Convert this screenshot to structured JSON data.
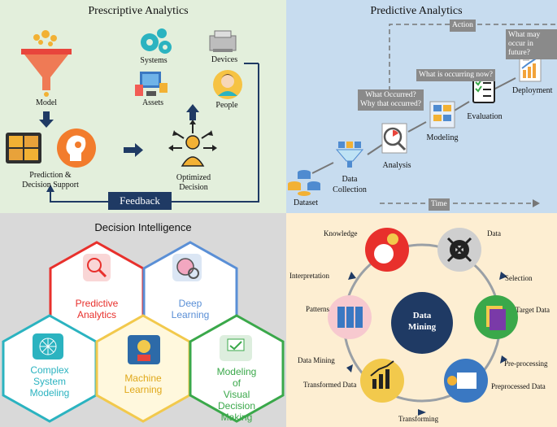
{
  "prescriptive": {
    "title": "Prescriptive Analytics",
    "model": "Model",
    "prediction_line1": "Prediction &",
    "prediction_line2": "Decision Support",
    "systems": "Systems",
    "devices": "Devices",
    "assets": "Assets",
    "people": "People",
    "optimized_line1": "Optimized",
    "optimized_line2": "Decision",
    "feedback": "Feedback"
  },
  "predictive": {
    "title": "Predictive Analytics",
    "action": "Action",
    "what_may_line1": "What may",
    "what_may_line2": "occur in future?",
    "what_occurring": "What is occurring now?",
    "what_occurred_line1": "What Occurred?",
    "what_occurred_line2": "Why that occurred?",
    "deployment": "Deployment",
    "evaluation": "Evaluation",
    "modeling": "Modeling",
    "analysis": "Analysis",
    "data_collection_line1": "Data",
    "data_collection_line2": "Collection",
    "dataset": "Dataset",
    "time": "Time"
  },
  "decision": {
    "title": "Decision Intelligence",
    "predictive_line1": "Predictive",
    "predictive_line2": "Analytics",
    "deep_line1": "Deep",
    "deep_line2": "Learning",
    "complex_line1": "Complex",
    "complex_line2": "System",
    "complex_line3": "Modeling",
    "machine_line1": "Machine",
    "machine_line2": "Learning",
    "modeling_line1": "Modeling of",
    "modeling_line2": "Visual",
    "modeling_line3": "Decision",
    "modeling_line4": "Making"
  },
  "mining": {
    "center_line1": "Data",
    "center_line2": "Mining",
    "knowledge": "Knowledge",
    "data": "Data",
    "selection": "Selection",
    "target_data": "Target Data",
    "preprocessing": "Pre-processing",
    "preprocessed_data": "Preprocessed Data",
    "transforming": "Transforming",
    "transformed_data": "Transformed Data",
    "data_mining": "Data Mining",
    "patterns": "Patterns",
    "interpretation": "Interpretation"
  },
  "colors": {
    "q1_bg": "#e3efdc",
    "q2_bg": "#c7dcef",
    "q3_bg": "#d9d9d9",
    "q4_bg": "#fdeed2",
    "navy": "#1f3a64",
    "hex_red": "#e8302c",
    "hex_blue": "#5a8fd6",
    "hex_teal": "#2bb3c0",
    "hex_yellow": "#f2c94c",
    "hex_green": "#3aa84a"
  }
}
